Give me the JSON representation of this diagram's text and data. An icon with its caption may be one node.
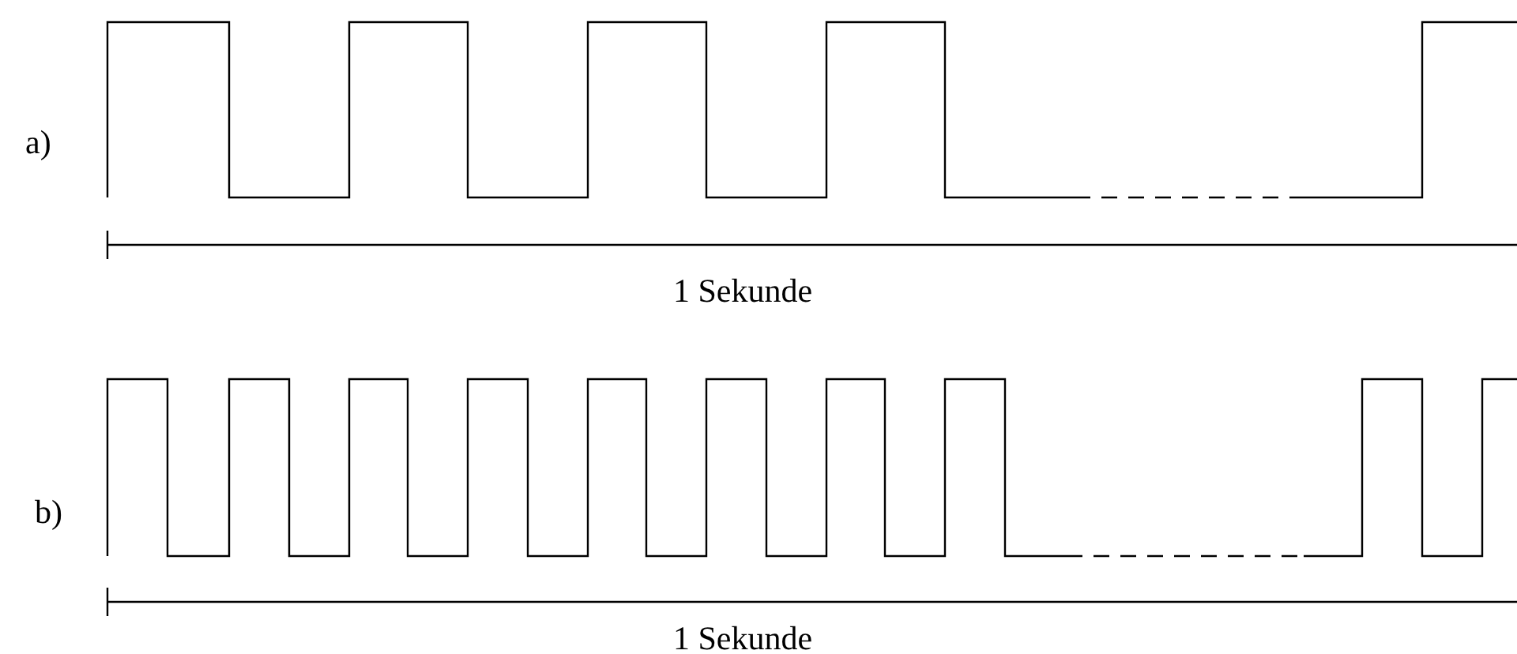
{
  "diagram": {
    "labels": [
      "a)",
      "1 Sekunde",
      "b)",
      "1 Sekunde"
    ]
  }
}
